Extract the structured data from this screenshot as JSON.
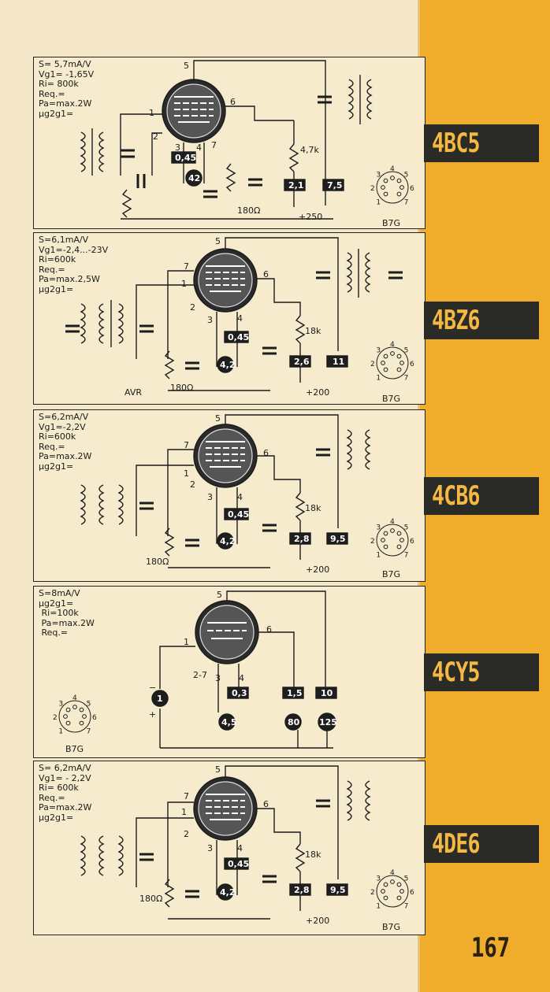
{
  "page_number": "167",
  "tubes": [
    {
      "name": "4BC5",
      "specs": [
        "S= 5,7mA/V",
        "Vg1= -1,65V",
        "Ri= 800k",
        "Req.=",
        "Pa=max.2W",
        "μg2g1="
      ],
      "pins": {
        "p1": "1",
        "p2": "2",
        "p3": "3",
        "p4": "4",
        "p5": "5",
        "p6": "6",
        "p7": "7"
      },
      "heater_box": "0,45",
      "heater_circle": "42",
      "resistor_label": "4,7k",
      "cathode_resistor": "180Ω",
      "box_a": "2,1",
      "box_b": "7,5",
      "supply": "+250",
      "base": "B7G",
      "base_pins": [
        "1",
        "2",
        "3",
        "4",
        "5",
        "6",
        "7"
      ]
    },
    {
      "name": "4BZ6",
      "specs": [
        "S=6,1mA/V",
        "Vg1=-2,4...-23V",
        "Ri=600k",
        "Req.=",
        "Pa=max.2,5W",
        "μg2g1="
      ],
      "pins": {
        "p1": "1",
        "p2": "2",
        "p3": "3",
        "p4": "4",
        "p5": "5",
        "p6": "6",
        "p7": "7"
      },
      "heater_box": "0,45",
      "heater_circle": "4,2",
      "resistor_label": "18k",
      "cathode_resistor": "180Ω",
      "box_a": "2,6",
      "box_b": "11",
      "supply": "+200",
      "avr": "AVR",
      "base": "B7G",
      "base_pins": [
        "1",
        "2",
        "3",
        "4",
        "5",
        "6",
        "7"
      ]
    },
    {
      "name": "4CB6",
      "specs": [
        "S=6,2mA/V",
        "Vg1=-2,2V",
        "Ri=600k",
        "Req.=",
        "Pa=max.2W",
        "μg2g1="
      ],
      "pins": {
        "p1": "1",
        "p2": "2",
        "p3": "3",
        "p4": "4",
        "p5": "5",
        "p6": "6",
        "p7": "7"
      },
      "heater_box": "0,45",
      "heater_circle": "4,2",
      "resistor_label": "18k",
      "cathode_resistor": "180Ω",
      "box_a": "2,8",
      "box_b": "9,5",
      "supply": "+200",
      "base": "B7G",
      "base_pins": [
        "1",
        "2",
        "3",
        "4",
        "5",
        "6",
        "7"
      ]
    },
    {
      "name": "4CY5",
      "specs": [
        "S=8mA/V",
        "μg2g1=",
        " Ri=100k",
        " Pa=max.2W",
        " Req.="
      ],
      "pins": {
        "p1": "1",
        "p27": "2-7",
        "p3": "3",
        "p4": "4",
        "p5": "5",
        "p6": "6"
      },
      "heater_box": "0,3",
      "heater_circle": "4,5",
      "grid_circle": "1",
      "box_a": "1,5",
      "box_b": "10",
      "circle_a": "80",
      "circle_b": "125",
      "minus": "−",
      "plus": "+",
      "base": "B7G",
      "base_pins": [
        "1",
        "2",
        "3",
        "4",
        "5",
        "6",
        "7"
      ]
    },
    {
      "name": "4DE6",
      "specs": [
        "S= 6,2mA/V",
        "Vg1= - 2,2V",
        "Ri= 600k",
        "Req.=",
        "Pa=max.2W",
        "μg2g1="
      ],
      "pins": {
        "p1": "1",
        "p2": "2",
        "p3": "3",
        "p4": "4",
        "p5": "5",
        "p6": "6",
        "p7": "7"
      },
      "heater_box": "0,45",
      "heater_circle": "4,2",
      "resistor_label": "18k",
      "cathode_resistor": "180Ω",
      "box_a": "2,8",
      "box_b": "9,5",
      "supply": "+200",
      "base": "B7G",
      "base_pins": [
        "1",
        "2",
        "3",
        "4",
        "5",
        "6",
        "7"
      ]
    }
  ]
}
